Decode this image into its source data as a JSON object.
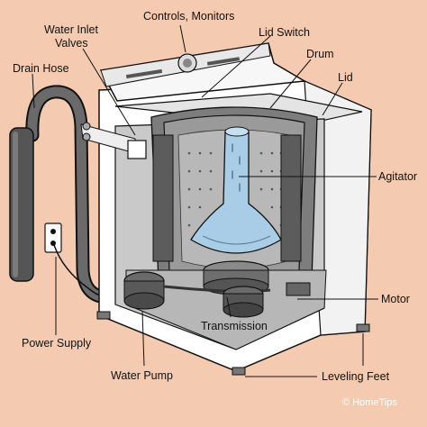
{
  "colors": {
    "background": "#f4cbb0",
    "cabinet": "#ffffff",
    "interior": "#c9c9c9",
    "drum": "#8e8e8e",
    "agitator": "#a9cde6",
    "parts": "#6a6a6a",
    "outline": "#111111"
  },
  "labels": {
    "controls": "Controls, Monitors",
    "water_inlet_1": "Water Inlet",
    "water_inlet_2": "Valves",
    "lid_switch": "Lid Switch",
    "drum": "Drum",
    "lid": "Lid",
    "drain_hose": "Drain Hose",
    "agitator": "Agitator",
    "motor": "Motor",
    "transmission": "Transmission",
    "power_supply": "Power Supply",
    "water_pump": "Water Pump",
    "leveling_feet": "Leveling Feet"
  },
  "credit": "© HomeTips",
  "icons": [
    "washing-machine-illustration",
    "outlet-icon",
    "drain-hose-icon"
  ]
}
